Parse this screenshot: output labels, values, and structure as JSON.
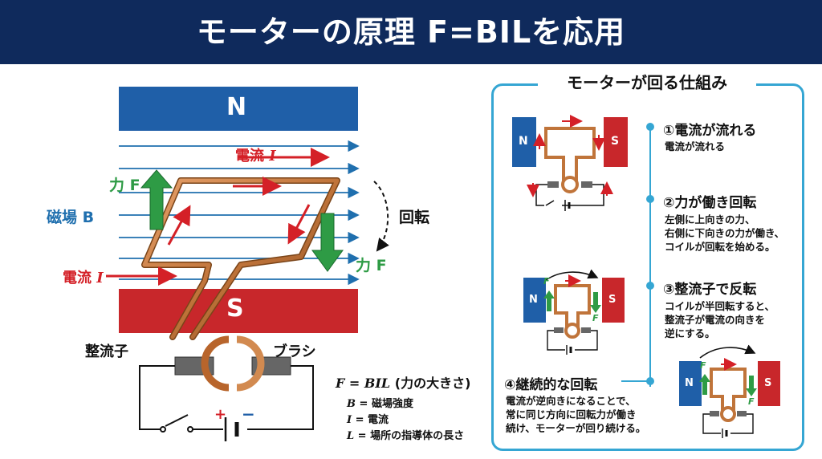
{
  "header": {
    "title": "モーターの原理 F=BILを応用"
  },
  "main": {
    "north_label": "N",
    "south_label": "S",
    "current_top": "電流",
    "current_left": "電流",
    "current_symbol": "I",
    "force_left": "力 F",
    "force_right": "力 F",
    "field_label": "磁場 B",
    "rotation_label": "回転",
    "commutator_label": "整流子",
    "brush_label": "ブラシ",
    "battery_plus": "+",
    "battery_minus": "−"
  },
  "formula": {
    "main": "F = BIL",
    "main_note": "(力の大きさ)",
    "legend": [
      {
        "symbol": "B",
        "text": "= 磁場強度"
      },
      {
        "symbol": "I",
        "text": "= 電流"
      },
      {
        "symbol": "L",
        "text": "= 場所の指導体の長さ"
      }
    ]
  },
  "panel": {
    "title": "モーターが回る仕組み",
    "steps": [
      {
        "heading": "①電流が流れる",
        "desc": [
          "電流が流れる"
        ]
      },
      {
        "heading": "②力が働き回転",
        "desc": [
          "左側に上向きの力、",
          "右側に下向きの力が働き、",
          "コイルが回転を始める。"
        ]
      },
      {
        "heading": "③整流子で反転",
        "desc": [
          "コイルが半回転すると、",
          "整流子が電流の向きを",
          "逆にする。"
        ]
      },
      {
        "heading": "④継続的な回転",
        "desc": [
          "電流が逆向きになることで、",
          "常に同じ方向に回転力が働き",
          "続け、モーターが回り続ける。"
        ]
      }
    ],
    "mini_north": "N",
    "mini_south": "S",
    "mini_force": "F"
  },
  "colors": {
    "header": "#0f2a5c",
    "magnet_n": "#1f5fa8",
    "magnet_s": "#c8272b",
    "current": "#d42027",
    "force": "#2e9b45",
    "field": "#1f6fae",
    "coil": "#c0743a",
    "panel_border": "#35a6d3"
  }
}
